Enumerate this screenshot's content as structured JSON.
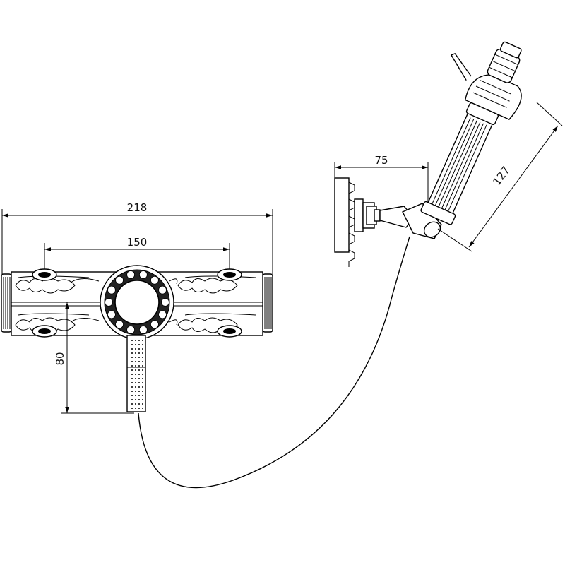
{
  "dimensions": {
    "overall_width": "218",
    "handle_spacing": "150",
    "outlet_height": "80",
    "bracket_offset": "75",
    "shower_length": "127"
  },
  "icons": [
    "mixer-body",
    "control-knob",
    "outlet-spout",
    "wall-bracket",
    "hand-shower",
    "shower-hose"
  ]
}
